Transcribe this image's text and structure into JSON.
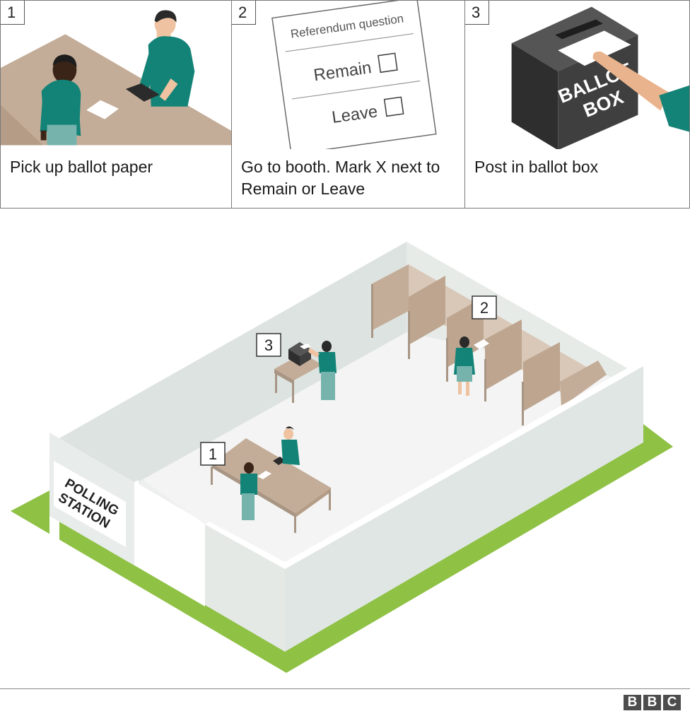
{
  "steps": [
    {
      "number": "1",
      "caption": "Pick up ballot paper"
    },
    {
      "number": "2",
      "caption": "Go to booth. Mark X next to Remain or Leave"
    },
    {
      "number": "3",
      "caption": "Post in ballot box"
    }
  ],
  "ballot_paper": {
    "question": "Referendum question",
    "option_remain": "Remain",
    "option_leave": "Leave"
  },
  "ballot_box": {
    "line1": "BALLOT",
    "line2": "BOX"
  },
  "polling_sign": {
    "line1": "POLLING",
    "line2": "STATION"
  },
  "scene_markers": [
    "1",
    "2",
    "3"
  ],
  "logo": {
    "letters": [
      "B",
      "B",
      "C"
    ]
  },
  "colors": {
    "teal": "#138377",
    "table": "#c4ad98",
    "grass": "#8fc145",
    "box": "#3f3f3f",
    "skin": "#e9b48d"
  }
}
